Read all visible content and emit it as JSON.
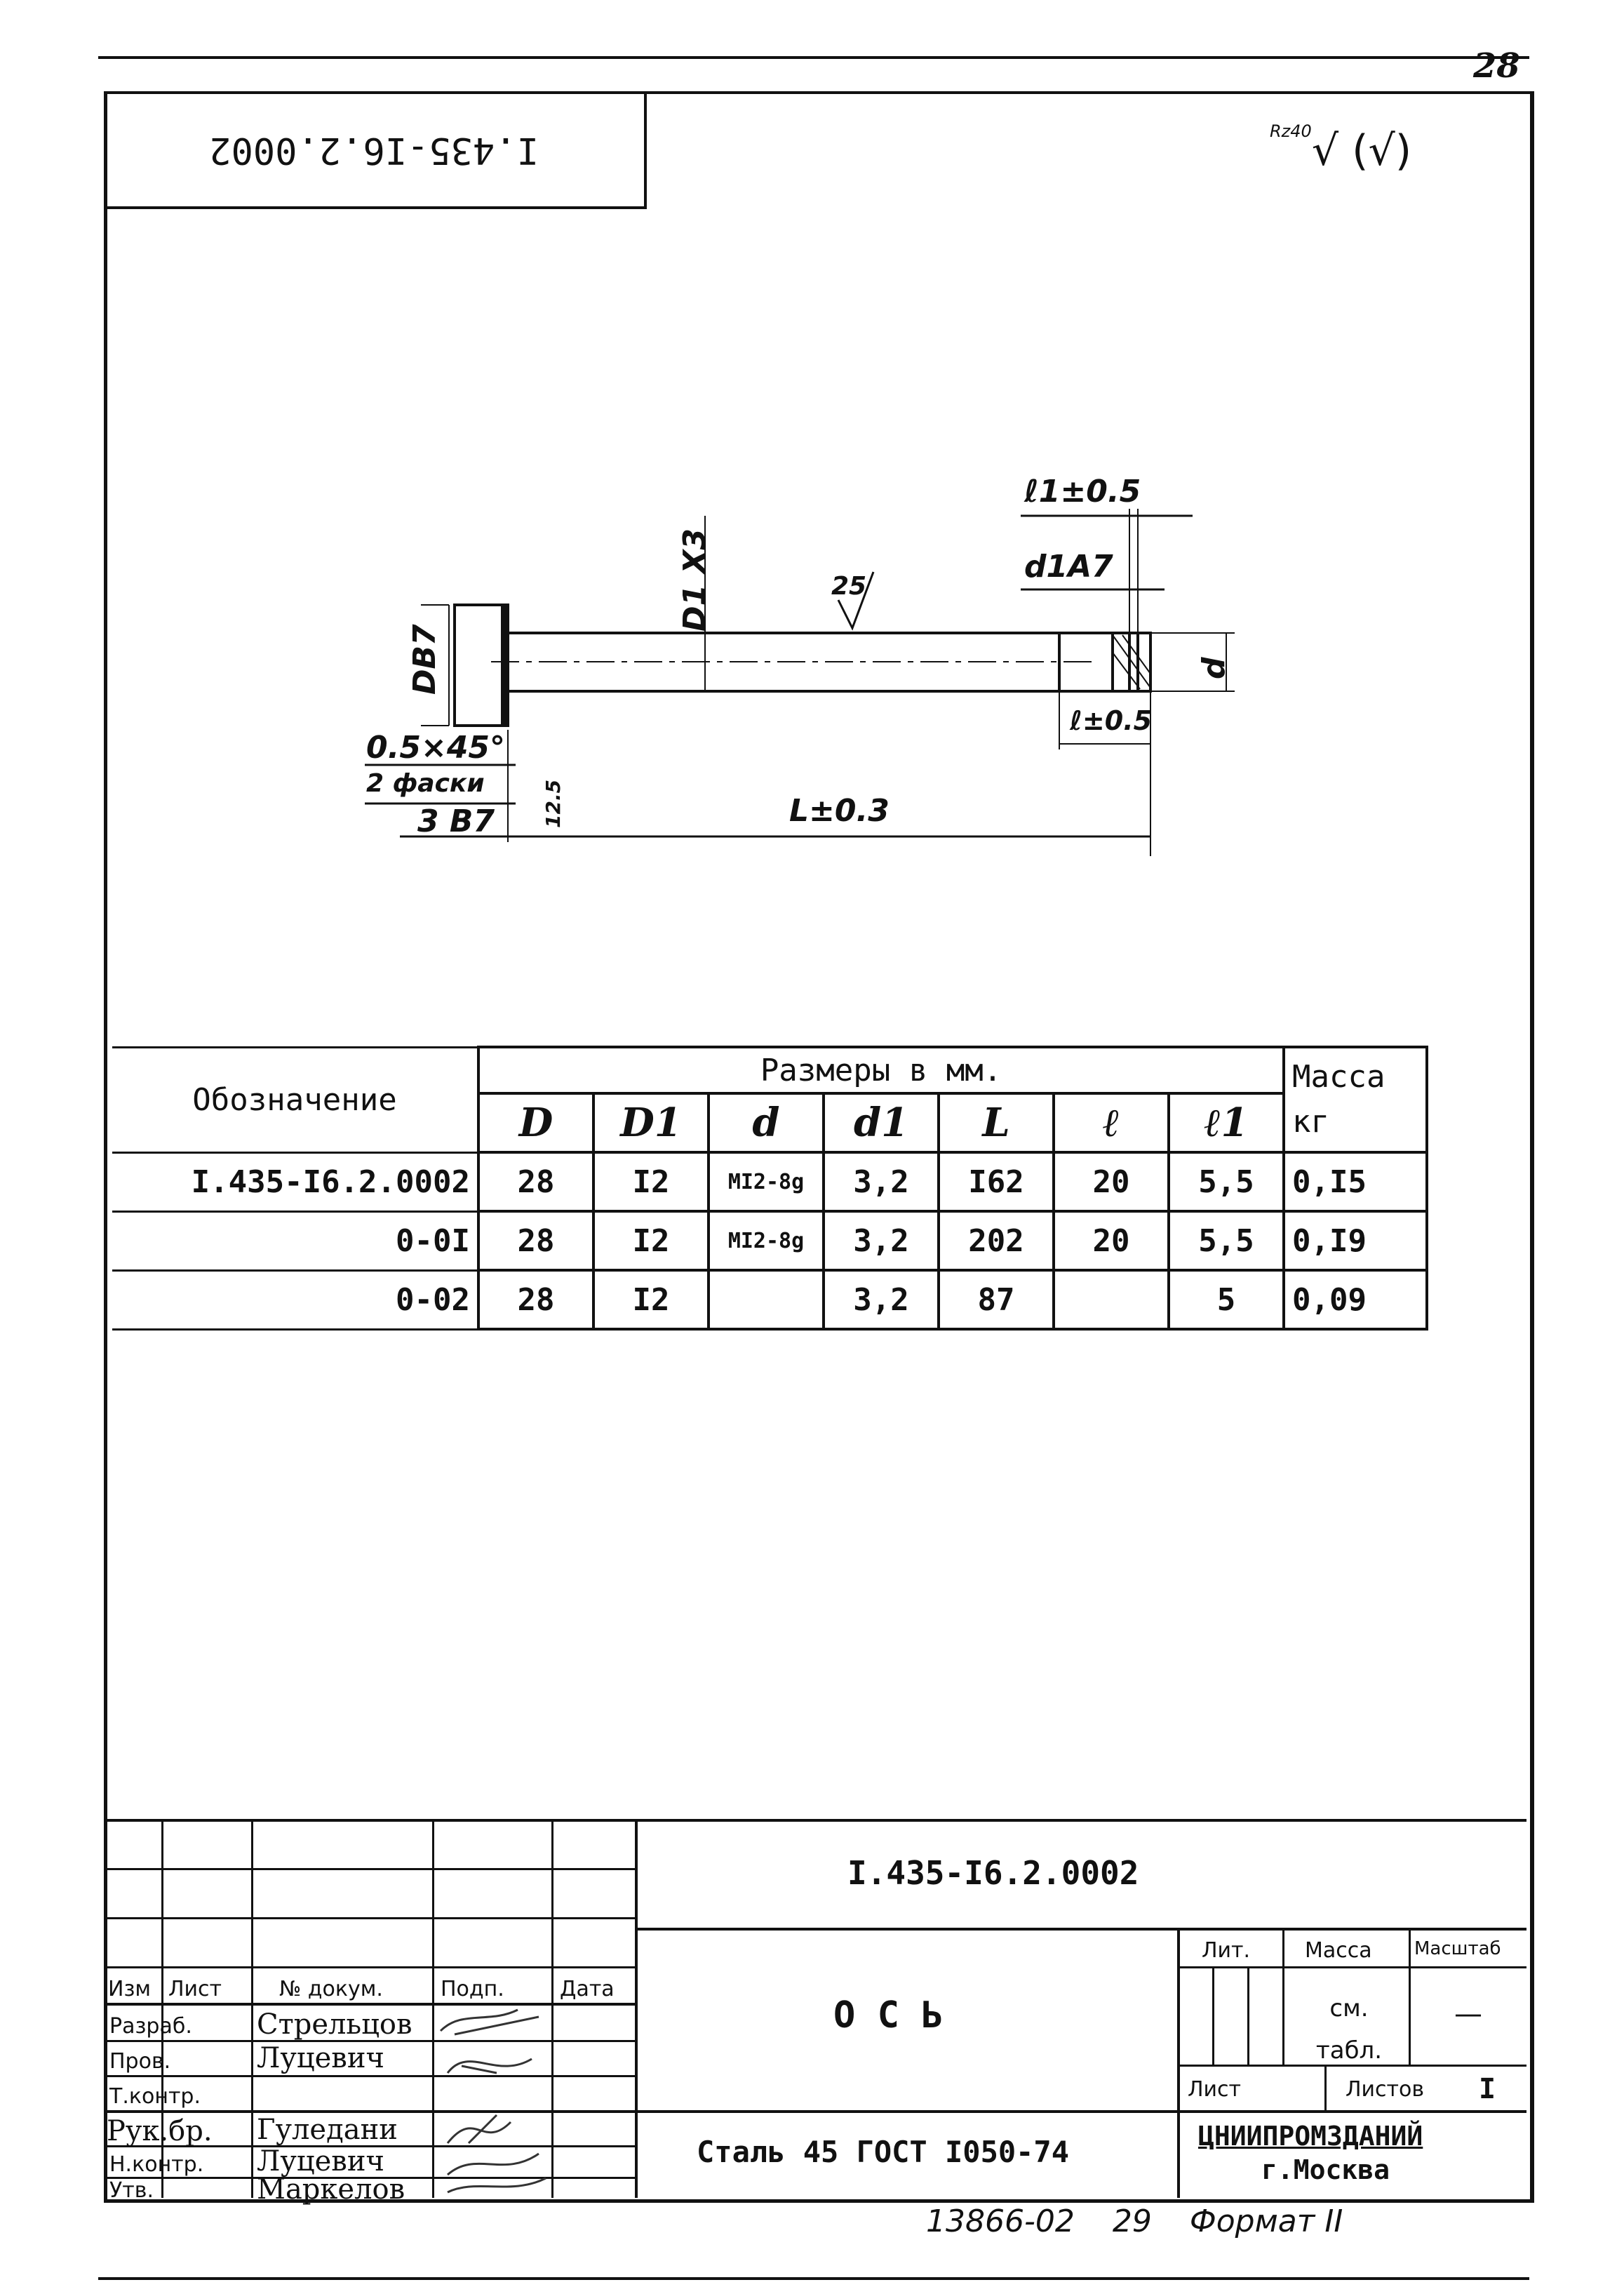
{
  "sheet_number": "28",
  "mirrored_code": "I.435-I6.2.0002",
  "roughness": {
    "parameter": "Rz40",
    "symbol": "√ (√)"
  },
  "drawing_labels": {
    "D": "DB7",
    "D1": "D1 X3",
    "rough_25": "25",
    "l1": "ℓ1±0.5",
    "d1": "d1A7",
    "d": "d",
    "l": "ℓ±0.5",
    "chamfer": "0.5×45°",
    "chamfer_note": "2 фаски",
    "width": "3 B7",
    "rough_125": "12.5",
    "L": "L±0.3"
  },
  "dims_table": {
    "title": "Размеры в мм.",
    "designation_header": "Обозначение",
    "mass_header": [
      "Масса",
      "кг"
    ],
    "columns": [
      "D",
      "D1",
      "d",
      "d1",
      "L",
      "ℓ",
      "ℓ1"
    ],
    "rows": [
      {
        "designation": "I.435-I6.2.0002",
        "D": "28",
        "D1": "I2",
        "d": "MI2-8g",
        "d1": "3,2",
        "L": "I62",
        "l": "20",
        "l1": "5,5",
        "mass": "0,I5"
      },
      {
        "designation": "0-0I",
        "D": "28",
        "D1": "I2",
        "d": "MI2-8g",
        "d1": "3,2",
        "L": "202",
        "l": "20",
        "l1": "5,5",
        "mass": "0,I9"
      },
      {
        "designation": "0-02",
        "D": "28",
        "D1": "I2",
        "d": "",
        "d1": "3,2",
        "L": "87",
        "l": "",
        "l1": "5",
        "mass": "0,09"
      }
    ]
  },
  "title_block": {
    "doc_code": "I.435-I6.2.0002",
    "name": "О С Ь",
    "material": "Сталь 45 ГОСТ I050-74",
    "col_headers": [
      "Изм",
      "Лист",
      "№ докум.",
      "Подп.",
      "Дата"
    ],
    "roles": [
      {
        "role": "Разраб.",
        "name": "Стрельцов"
      },
      {
        "role": "Пров.",
        "name": "Луцевич"
      },
      {
        "role": "Т.контр.",
        "name": ""
      },
      {
        "role": "Рук.бр.",
        "name": "Гуледани"
      },
      {
        "role": "Н.контр.",
        "name": "Луцевич"
      },
      {
        "role": "Утв.",
        "name": "Маркелов"
      }
    ],
    "lit_label": "Лит.",
    "mass_label": "Масса",
    "scale_label": "Масштаб",
    "mass_value": "см. табл.",
    "scale_value": "—",
    "sheet_label": "Лист",
    "sheets_label": "Листов",
    "sheets_value": "I",
    "org": "ЦНИИПРОМЗДАНИЙ",
    "city": "г.Москва"
  },
  "footer": {
    "archive": "13866-02",
    "page": "29",
    "format": "Формат II"
  }
}
